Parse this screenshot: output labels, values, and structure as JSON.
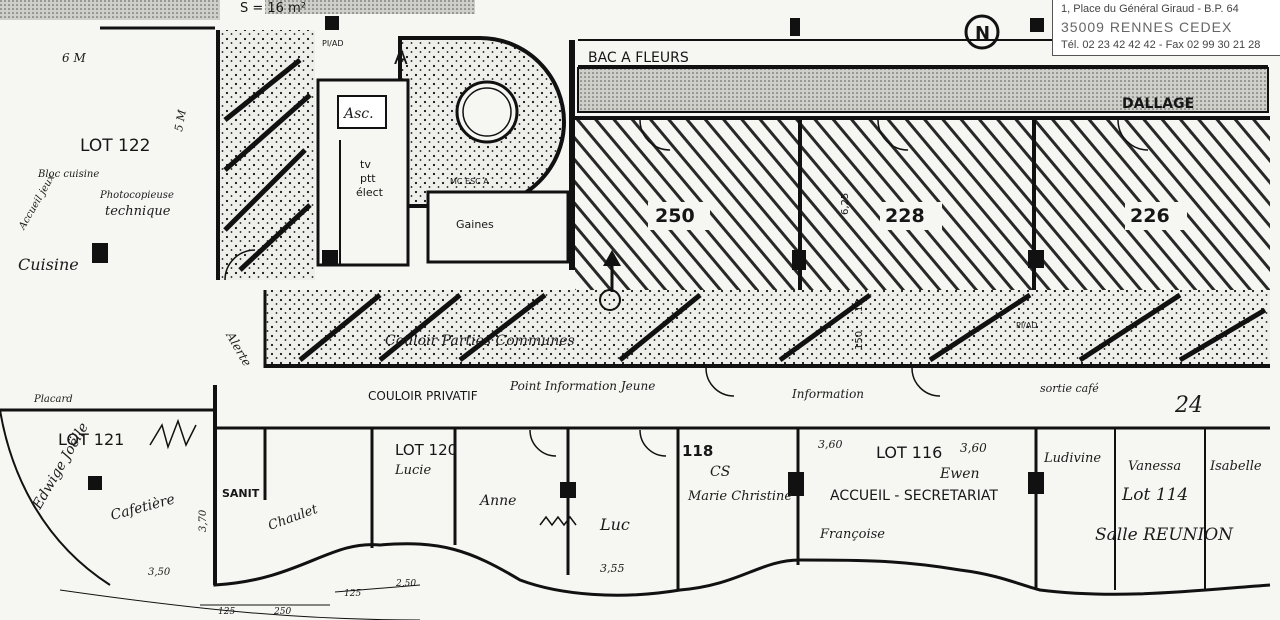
{
  "address": {
    "line1": "1, Place du Général Giraud - B.P. 64",
    "line2": "35009 RENNES CEDEX",
    "line3": "Tél. 02 23 42 42 42 - Fax 02 99 30 21 28"
  },
  "labels": {
    "surface": "S = 16 m²",
    "stair_a": "A",
    "bac": "BAC A FLEURS",
    "dallage": "DALLAGE",
    "asc": "Asc.",
    "tv": "tv",
    "ptt": "ptt",
    "elect": "élect",
    "gaines": "Gaines",
    "pi_ad_1": "PI/AD",
    "pi_ad_2": "PI/AD",
    "mc_esc": "MC ESC A",
    "room_250": "250",
    "room_228": "228",
    "room_226": "226",
    "dim_625": "6,25",
    "dim_10": "10",
    "dim_150": "150",
    "lot122": "LOT 122",
    "dim_6m": "6 M",
    "dim_5m": "5 M",
    "bloc": "Bloc cuisine",
    "photocop": "Photocopieuse",
    "technique": "technique",
    "accueil_jeux": "Accueil jeux",
    "cuisine": "Cuisine",
    "couloir_communes": "Couloir Parties Communes",
    "couloir_prive": "COULOIR PRIVATIF",
    "placard": "Placard",
    "alerte": "Alerte",
    "lot121": "LOT 121",
    "sanit": "SANIT",
    "lot120": "LOT 120",
    "lot118": "118",
    "cs": "CS",
    "lot116": "LOT 116",
    "dim_360a": "3,60",
    "dim_360b": "3,60",
    "accueil_sec": "ACCUEIL - SECRETARIAT",
    "lot114": "Lot 114",
    "salle_reunion": "Salle REUNION",
    "dim_350": "3,50",
    "dim_370": "3,70",
    "dim_355": "3,55",
    "dim_125": "125",
    "dim_250": "250",
    "dim_125b": "125",
    "dim_250b": "2,50",
    "dim_24": "24",
    "north": "N"
  },
  "handwriting": {
    "edwige": "Edwige Joëlle",
    "cafetiere": "Cafetière",
    "lucie": "Lucie",
    "anne": "Anne",
    "luc": "Luc",
    "marie": "Marie Christine",
    "francoise": "Françoise",
    "ewen": "Ewen",
    "ludivine": "Ludivine",
    "vanessa": "Vanessa",
    "isabelle": "Isabelle",
    "infant": "Point Information Jeune",
    "infanthe": "Information",
    "chaulet": "Chaulet",
    "sirtade": "sortie café"
  }
}
